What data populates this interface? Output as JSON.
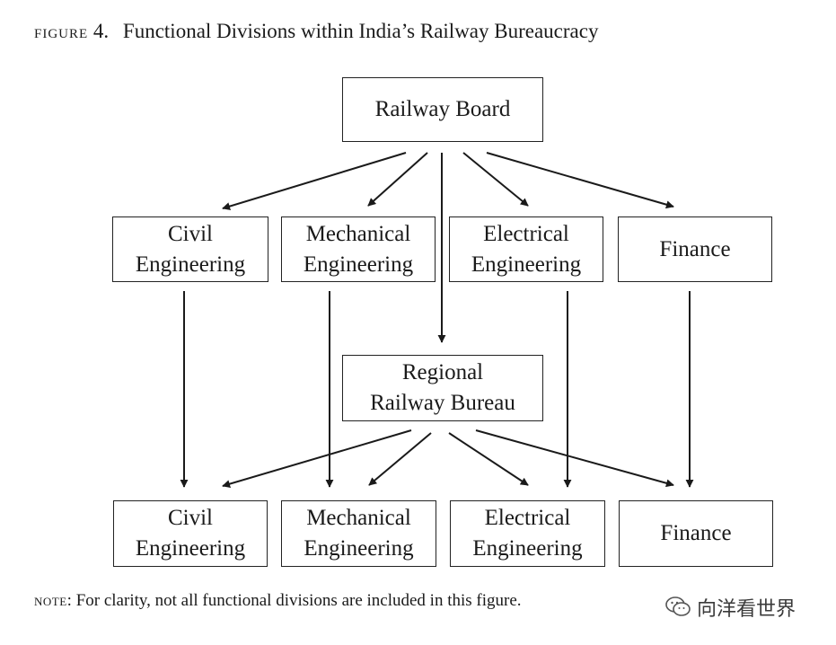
{
  "caption": {
    "label": "figure",
    "number": "4.",
    "title": "Functional Divisions within India’s Railway Bureaucracy"
  },
  "board": {
    "label": "Railway Board"
  },
  "upper_divisions": [
    {
      "line1": "Civil",
      "line2": "Engineering"
    },
    {
      "line1": "Mechanical",
      "line2": "Engineering"
    },
    {
      "line1": "Electrical",
      "line2": "Engineering"
    },
    {
      "line1": "Finance",
      "line2": ""
    }
  ],
  "regional": {
    "line1": "Regional",
    "line2": "Railway Bureau"
  },
  "lower_divisions": [
    {
      "line1": "Civil",
      "line2": "Engineering"
    },
    {
      "line1": "Mechanical",
      "line2": "Engineering"
    },
    {
      "line1": "Electrical",
      "line2": "Engineering"
    },
    {
      "line1": "Finance",
      "line2": ""
    }
  ],
  "note": {
    "label": "note",
    "text": ": For clarity, not all functional divisions are included in this figure."
  },
  "watermark": {
    "text": "向洋看世界",
    "icon": "wechat-icon"
  }
}
